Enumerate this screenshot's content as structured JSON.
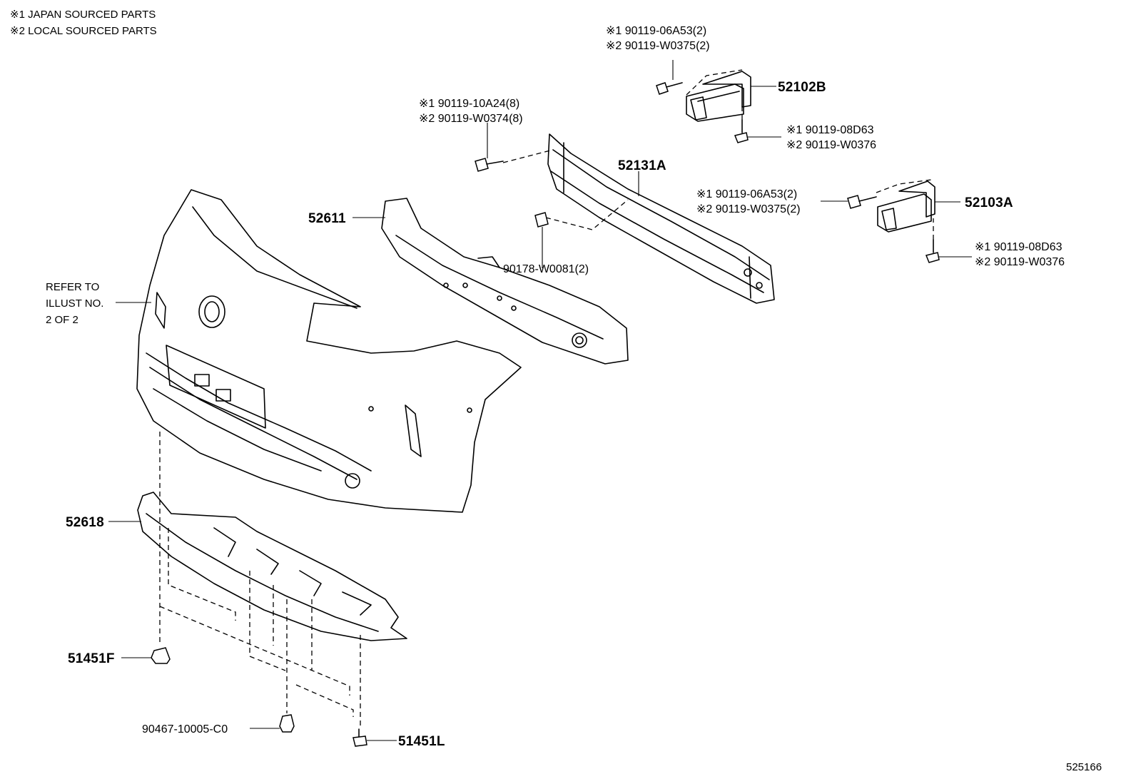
{
  "legend": [
    "※1 JAPAN SOURCED PARTS",
    "※2 LOCAL SOURCED PARTS"
  ],
  "callouts": {
    "c1": [
      "※1 90119-06A53(2)",
      "※2 90119-W0375(2)"
    ],
    "c2": [
      "※1 90119-10A24(8)",
      "※2 90119-W0374(8)"
    ],
    "c3": [
      "※1 90119-08D63",
      "※2 90119-W0376"
    ],
    "c4": [
      "※1 90119-06A53(2)",
      "※2 90119-W0375(2)"
    ],
    "c5": [
      "※1 90119-08D63",
      "※2 90119-W0376"
    ]
  },
  "parts": {
    "p52102B": "52102B",
    "p52131A": "52131A",
    "p52103A": "52103A",
    "p52611": "52611",
    "p90178": "90178-W0081(2)",
    "p52618": "52618",
    "p51451F": "51451F",
    "p90467": "90467-10005-C0",
    "p51451L": "51451L"
  },
  "refer": [
    "REFER TO",
    "ILLUST NO.",
    "2 OF 2"
  ],
  "illustration_id": "525166"
}
